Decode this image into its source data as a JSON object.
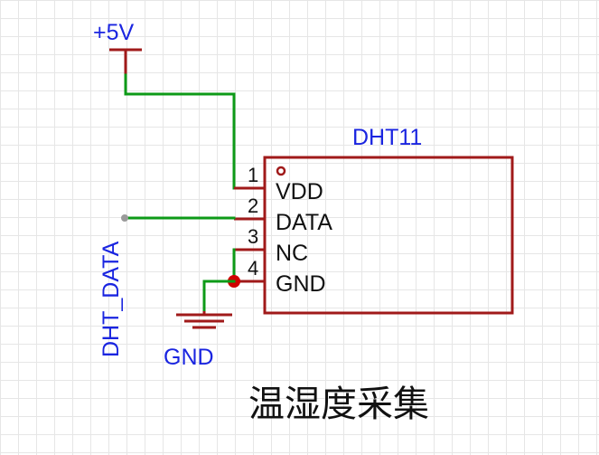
{
  "power": {
    "label": "+5V"
  },
  "ground": {
    "label": "GND"
  },
  "net": {
    "label": "DHT_DATA"
  },
  "component": {
    "name": "DHT11",
    "pins": [
      {
        "number": "1",
        "name": "VDD"
      },
      {
        "number": "2",
        "name": "DATA"
      },
      {
        "number": "3",
        "name": "NC"
      },
      {
        "number": "4",
        "name": "GND"
      }
    ]
  },
  "caption": "温湿度采集",
  "colors": {
    "wire": "#0d9a17",
    "component": "#a01a1a",
    "label": "#1a25e0",
    "text": "#111111"
  }
}
